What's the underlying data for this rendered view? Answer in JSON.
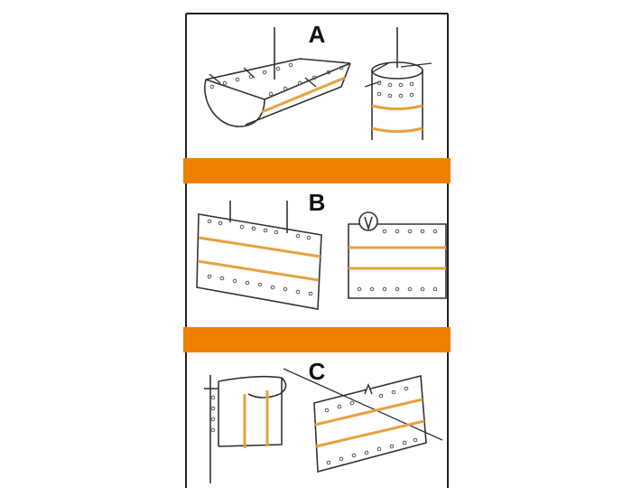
{
  "figure": {
    "panels": [
      {
        "label": "A"
      },
      {
        "label": "B"
      },
      {
        "label": "C"
      }
    ]
  },
  "colors": {
    "frame": "#222222",
    "accent": "#f08000",
    "stripe": "#e8a040",
    "line": "#333333",
    "hole": "#555555",
    "background": "#ffffff"
  }
}
